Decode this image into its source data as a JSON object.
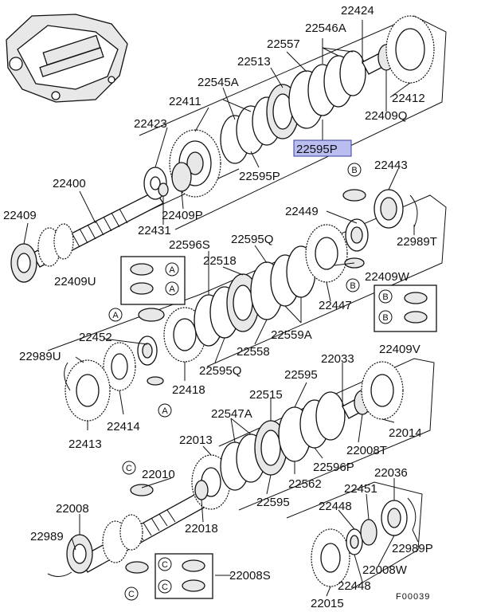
{
  "diagram_code": "F00039",
  "highlighted_part": "22595P",
  "labels": {
    "l22424": "22424",
    "l22546A": "22546A",
    "l22557": "22557",
    "l22513": "22513",
    "l22545A": "22545A",
    "l22411": "22411",
    "l22423": "22423",
    "l22412": "22412",
    "l22409Q": "22409Q",
    "l22595P": "22595P",
    "l22595P_b": "22595P",
    "l22400": "22400",
    "l22409": "22409",
    "l22409P": "22409P",
    "l22431": "22431",
    "l22443": "22443",
    "l22449": "22449",
    "l22989T": "22989T",
    "l22596S": "22596S",
    "l22595Q": "22595Q",
    "l22518": "22518",
    "l22409U": "22409U",
    "l22409W": "22409W",
    "l22447": "22447",
    "l22409V": "22409V",
    "l22559A": "22559A",
    "l22452": "22452",
    "l22558": "22558",
    "l22989U": "22989U",
    "l22595Q_b": "22595Q",
    "l22418": "22418",
    "l22033": "22033",
    "l22595": "22595",
    "l22515": "22515",
    "l22414": "22414",
    "l22547A": "22547A",
    "l22014": "22014",
    "l22413": "22413",
    "l22008T": "22008T",
    "l22013": "22013",
    "l22596P": "22596P",
    "l22010": "22010",
    "l22562": "22562",
    "l22595_b": "22595",
    "l22036": "22036",
    "l22451": "22451",
    "l22008": "22008",
    "l22448": "22448",
    "l22018": "22018",
    "l22989": "22989",
    "l22989P": "22989P",
    "l22008W": "22008W",
    "l22008S": "22008S",
    "l22448_b": "22448",
    "l22015": "22015"
  },
  "callouts": {
    "a": "A",
    "b": "B",
    "c": "C"
  }
}
